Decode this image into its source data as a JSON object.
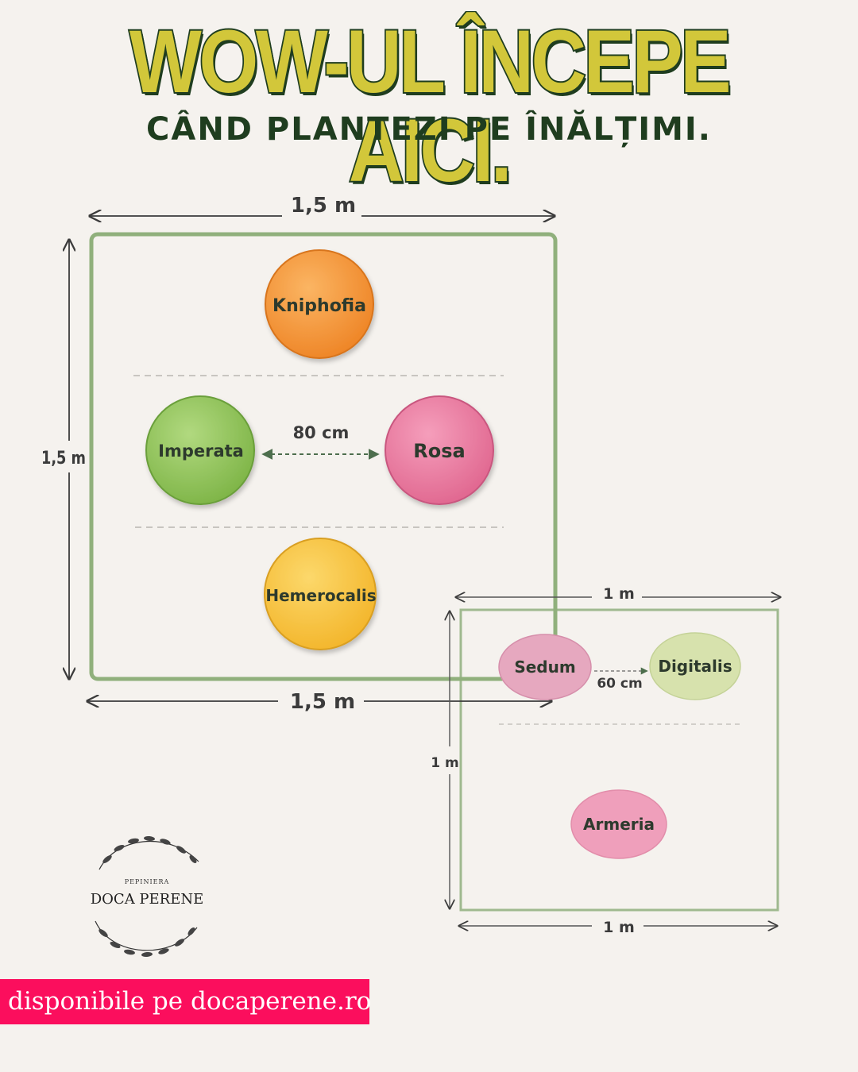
{
  "header": {
    "headline": "WOW-UL ÎNCEPE AICI.",
    "subline": "CÂND PLANTEZI PE ÎNĂLȚIMI."
  },
  "bed_large": {
    "width_top_label": "1,5 m",
    "width_bottom_label": "1,5 m",
    "height_label": "1,5 m",
    "spacing_label": "80 cm",
    "plants": [
      "Kniphofia",
      "Imperata",
      "Rosa",
      "Hemerocalis"
    ]
  },
  "bed_small": {
    "width_top_label": "1 m",
    "width_bottom_label": "1 m",
    "height_label": "1 m",
    "spacing_label": "60 cm",
    "plants": [
      "Sedum",
      "Digitalis",
      "Armeria"
    ]
  },
  "colors": {
    "bed_border": "#90b07c",
    "kniphofia": "#f6932f",
    "imperata": "#8cc355",
    "rosa": "#e9759e",
    "hemerocalis": "#f7c33a",
    "sedum": "#e6a8bf",
    "digitalis": "#d7e2ad",
    "armeria": "#ef9fbb",
    "banner": "#fb0e5d"
  },
  "logo": {
    "small_text": "PEPINIERA",
    "big_text": "DOCA PERENE"
  },
  "banner": {
    "text": "disponibile pe docaperene.ro"
  }
}
